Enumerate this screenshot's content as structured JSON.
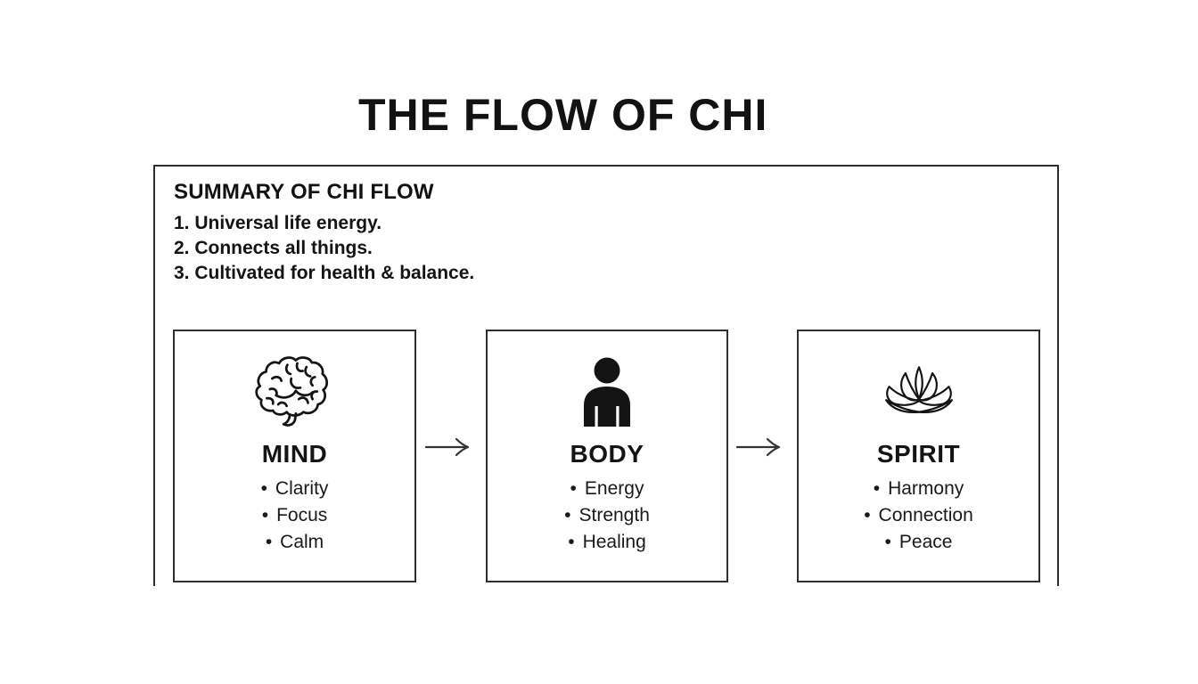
{
  "title": "THE FLOW OF CHI",
  "bullet_char": "•",
  "summary": {
    "heading": "SUMMARY OF CHI FLOW",
    "items": [
      "1. Universal life energy.",
      "2. Connects all things.",
      "3. Cultivated for health & balance."
    ]
  },
  "flow": {
    "arrow_icon": "right-arrow-icon",
    "nodes": [
      {
        "icon": "brain-icon",
        "label": "MIND",
        "bullets": [
          "Clarity",
          "Focus",
          "Calm"
        ]
      },
      {
        "icon": "person-icon",
        "label": "BODY",
        "bullets": [
          "Energy",
          "Strength",
          "Healing"
        ]
      },
      {
        "icon": "lotus-icon",
        "label": "SPIRIT",
        "bullets": [
          "Harmony",
          "Connection",
          "Peace"
        ]
      }
    ]
  },
  "colors": {
    "ink": "#141414",
    "box_border": "#2e2e2e",
    "arrow": "#333333",
    "background": "#ffffff"
  }
}
